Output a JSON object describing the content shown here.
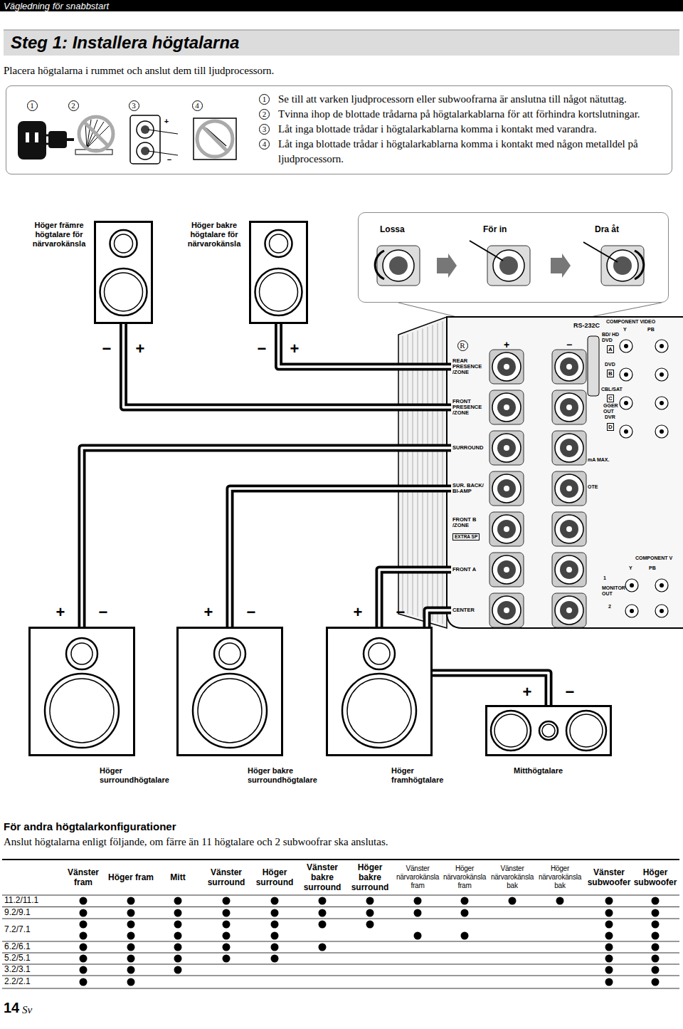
{
  "diagram": {
    "title": "Steg 1: Installera högtalarna",
    "nodes": [
      {
        "text": [
          "Se till att varken ljudprocessorn eller subwoofrarna är anslutna till något nätuttag.",
          "Tvinna ihop de blottade trådarna på högtalarkablarna för att förhindra kortslutningar.",
          "Låt inga blottade trådar i högtalarkablarna komma i kontakt med varandra.",
          "Låt inga blottade trådar i högtalarkablarna komma i kontakt med någon metalldel på ljudprocessorn."
        ]
      },
      {
        "text": [
          "Höger främre högtalare för närvarokänsla"
        ]
      },
      {
        "text": [
          "Höger bakre högtalare för närvarokänsla"
        ]
      },
      {
        "text": [
          "Lossa",
          "För in",
          "Dra åt"
        ]
      },
      {
        "text": [
          "REAR PRESENCE /ZONE"
        ]
      },
      {
        "text": [
          "FRONT PRESENCE /ZONE"
        ]
      },
      {
        "text": [
          "SURROUND"
        ]
      },
      {
        "text": [
          "SUR. BACK/ BI-AMP"
        ]
      },
      {
        "text": [
          "FRONT B /ZONE",
          "EXTRA SP"
        ]
      },
      {
        "text": [
          "FRONT A"
        ]
      },
      {
        "text": [
          "CENTER"
        ]
      },
      {
        "text": [
          "Höger surroundhögtalare"
        ]
      },
      {
        "text": [
          "Höger bakre surroundhögtalare"
        ]
      },
      {
        "text": [
          "Höger framhögtalare"
        ]
      },
      {
        "text": [
          "Mitthögtalare"
        ]
      }
    ],
    "edges": [
      {
        "from": 1,
        "to": 5,
        "arrow": "none"
      },
      {
        "from": 2,
        "to": 4,
        "arrow": "none"
      },
      {
        "from": 11,
        "to": 6,
        "arrow": "none"
      },
      {
        "from": 12,
        "to": 7,
        "arrow": "none"
      },
      {
        "from": 13,
        "to": 9,
        "arrow": "none"
      },
      {
        "from": 14,
        "to": 10,
        "arrow": "none"
      }
    ],
    "labels": [
      "Vägledning för snabbstart",
      "Placera högtalarna i rummet och anslut dem till ljudprocessorn.",
      "1",
      "2",
      "3",
      "4",
      "+",
      "−",
      "1",
      "2",
      "3",
      "4",
      "−",
      "+",
      "−",
      "+",
      "R",
      "+",
      "−",
      "RS-232C",
      "COMPONENT VIDEO",
      "Y",
      "PB",
      "BD/ HD DVD",
      "A",
      "DVD",
      "B",
      "CBL/SAT",
      "C",
      "GGER OUT",
      "DVR",
      "D",
      "mA MAX.",
      "OTE",
      "COMPONENT V",
      "Y",
      "PB",
      "1",
      "MONITOR OUT",
      "2",
      "+",
      "−",
      "+",
      "−",
      "+",
      "−",
      "+",
      "−",
      "För andra högtalarkonfigurationer",
      "Anslut högtalarna enligt följande, om färre än 11 högtalare och 2 subwoofrar ska anslutas.",
      "Vänster fram",
      "Höger fram",
      "Mitt",
      "Vänster surround",
      "Höger surround",
      "Vänster bakre surround",
      "Höger bakre surround",
      "Vänster närvarokänsla fram",
      "Höger närvarokänsla fram",
      "Vänster närvarokänsla bak",
      "Höger närvarokänsla bak",
      "Vänster subwoofer",
      "Höger subwoofer",
      "11.2/11.1",
      "9.2/9.1",
      "7.2/7.1",
      "6.2/6.1",
      "5.2/5.1",
      "3.2/3.1",
      "2.2/2.1",
      "14",
      "Sv"
    ]
  }
}
